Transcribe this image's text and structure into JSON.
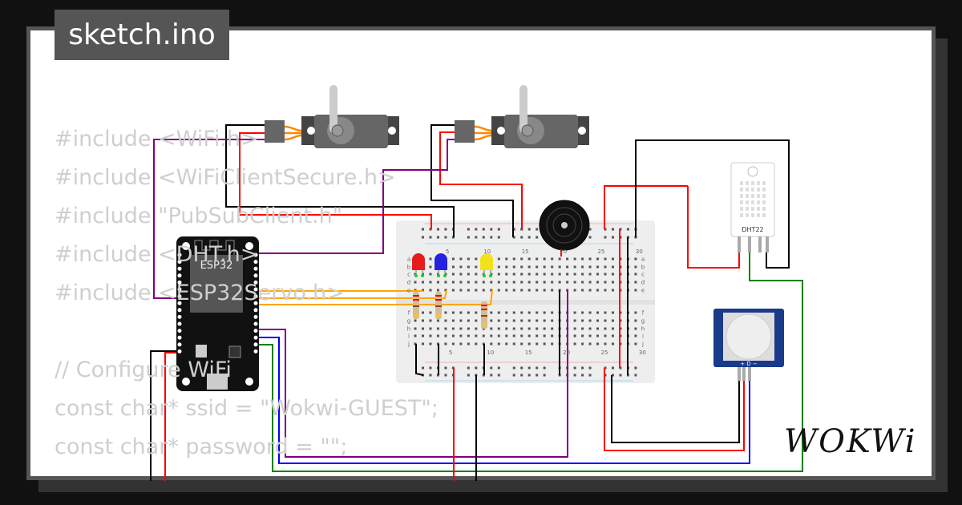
{
  "title": "sketch.ino",
  "code_lines": [
    "#include <WiFi.h>",
    "#include <WiFiClientSecure.h>",
    "#include \"PubSubClient.h\"",
    "#include <DHT.h>",
    "#include <ESP32Servo.h>",
    "",
    "// Configure WiFi",
    "const char* ssid = \"Wokwi-GUEST\";",
    "const char* password = \"\";"
  ],
  "components": {
    "esp32_label": "ESP32",
    "dht_label": "DHT22",
    "pir_pins": "+ D −",
    "breadboard_rows_top": [
      "a",
      "b",
      "c",
      "d",
      "e"
    ],
    "breadboard_rows_bottom": [
      "f",
      "g",
      "h",
      "i",
      "j"
    ],
    "breadboard_cols": [
      "5",
      "10",
      "15",
      "20",
      "25",
      "30"
    ]
  },
  "leds": [
    {
      "color": "#e81b1b"
    },
    {
      "color": "#2424e0"
    },
    {
      "color": "#f2e21b"
    }
  ],
  "wire_colors": {
    "red": "#ff0000",
    "black": "#000000",
    "purple": "#800080",
    "orange": "#ffa500",
    "blue": "#0000ff",
    "green": "#008000"
  },
  "logo": "WOKWi"
}
